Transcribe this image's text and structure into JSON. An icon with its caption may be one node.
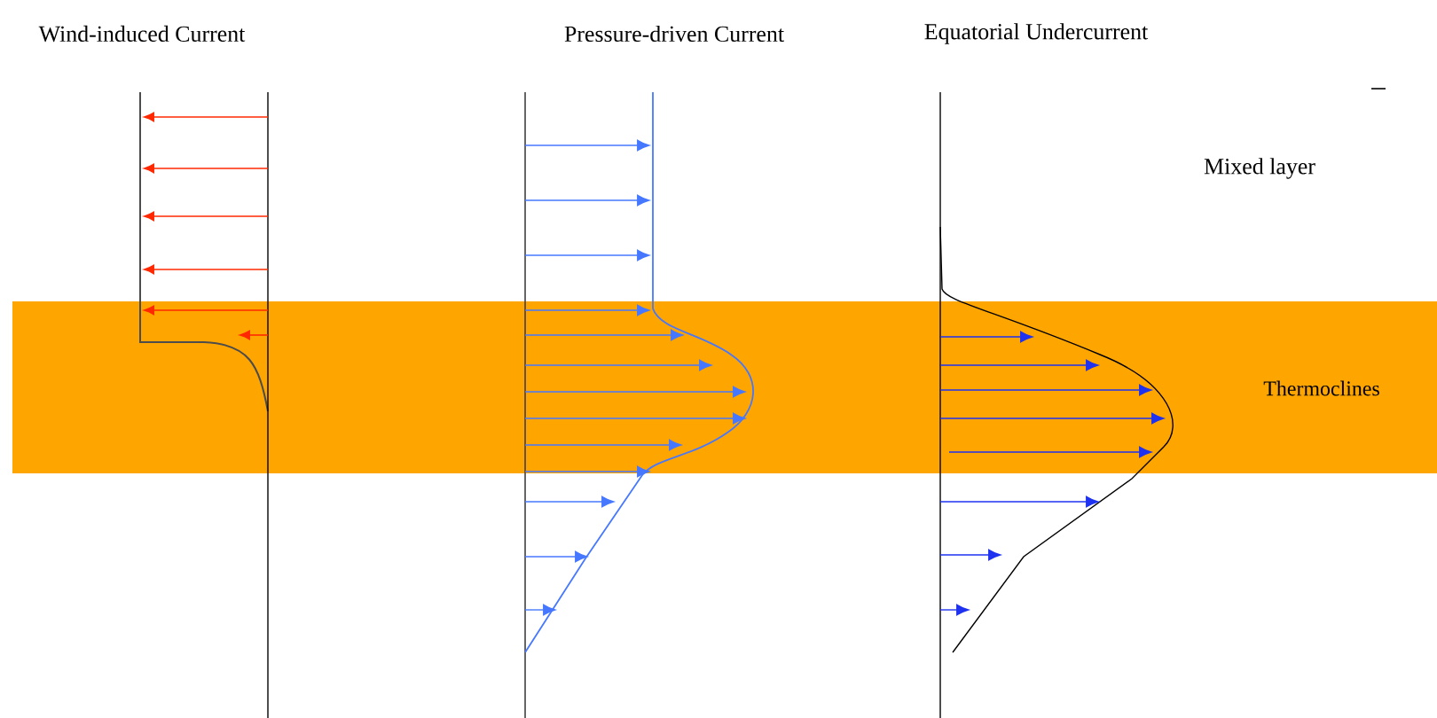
{
  "diagram": {
    "nodes": [
      {
        "text": [
          "Thermoclines"
        ]
      }
    ],
    "labels": [
      "Wind-induced Current",
      "Pressure-driven Current",
      "Equatorial Undercurrent",
      "Mixed layer"
    ]
  }
}
